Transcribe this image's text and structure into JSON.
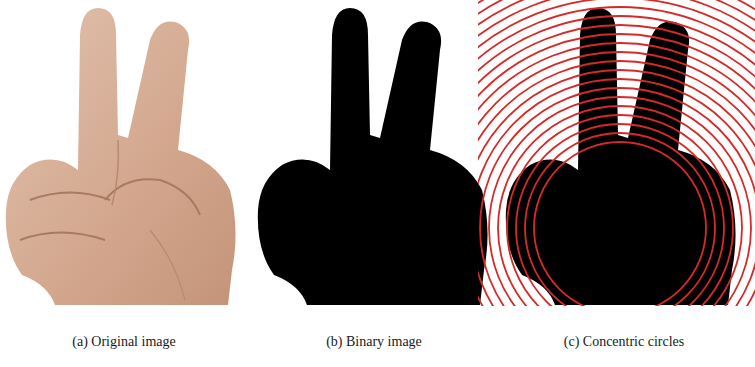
{
  "diagram": {
    "labels": [
      "(a) Original image",
      "(b) Binary image",
      "(c) Concentric circles"
    ]
  }
}
